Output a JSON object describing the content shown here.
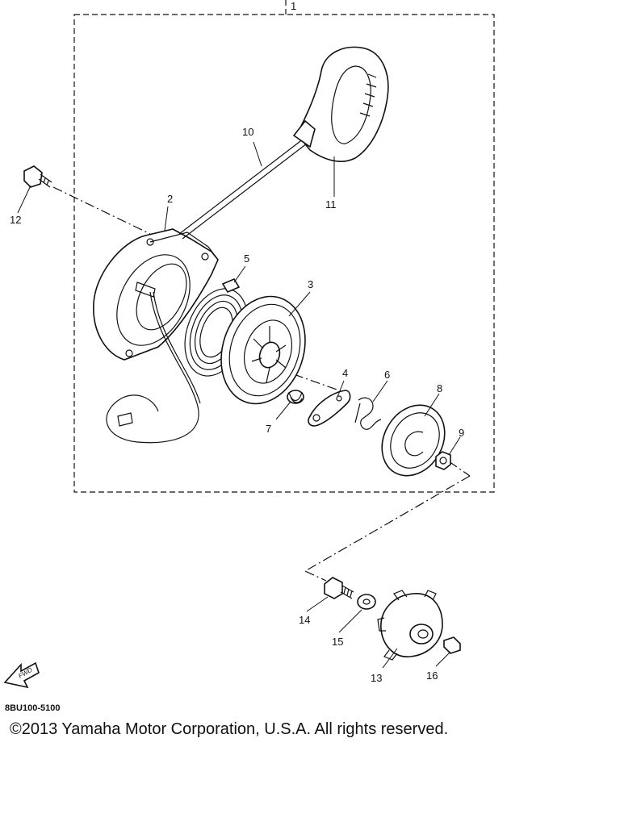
{
  "callouts": [
    "1",
    "2",
    "3",
    "4",
    "5",
    "6",
    "7",
    "8",
    "9",
    "10",
    "11",
    "12",
    "13",
    "14",
    "15",
    "16"
  ],
  "fwd_label": "FWD",
  "drawing_code": "8BU100-5100",
  "copyright": "©2013 Yamaha Motor Corporation, U.S.A. All rights reserved."
}
